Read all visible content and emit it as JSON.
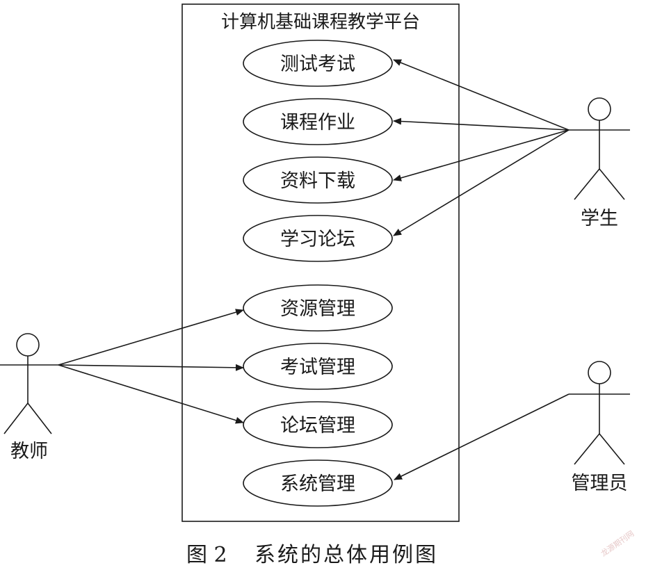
{
  "system": {
    "title": "计算机基础课程教学平台"
  },
  "use_cases": [
    {
      "id": "uc-test",
      "label": "测试考试"
    },
    {
      "id": "uc-homework",
      "label": "课程作业"
    },
    {
      "id": "uc-download",
      "label": "资料下载"
    },
    {
      "id": "uc-forum",
      "label": "学习论坛"
    },
    {
      "id": "uc-resource-mgmt",
      "label": "资源管理"
    },
    {
      "id": "uc-exam-mgmt",
      "label": "考试管理"
    },
    {
      "id": "uc-forum-mgmt",
      "label": "论坛管理"
    },
    {
      "id": "uc-system-mgmt",
      "label": "系统管理"
    }
  ],
  "actors": [
    {
      "id": "actor-student",
      "label": "学生"
    },
    {
      "id": "actor-teacher",
      "label": "教师"
    },
    {
      "id": "actor-admin",
      "label": "管理员"
    }
  ],
  "associations": [
    {
      "from": "actor-student",
      "to": "uc-test"
    },
    {
      "from": "actor-student",
      "to": "uc-homework"
    },
    {
      "from": "actor-student",
      "to": "uc-download"
    },
    {
      "from": "actor-student",
      "to": "uc-forum"
    },
    {
      "from": "actor-teacher",
      "to": "uc-resource-mgmt"
    },
    {
      "from": "actor-teacher",
      "to": "uc-exam-mgmt"
    },
    {
      "from": "actor-teacher",
      "to": "uc-forum-mgmt"
    },
    {
      "from": "actor-admin",
      "to": "uc-system-mgmt"
    }
  ],
  "caption": {
    "figure": "图 2",
    "text": "系统的总体用例图"
  },
  "watermark": "龙源期刊网"
}
